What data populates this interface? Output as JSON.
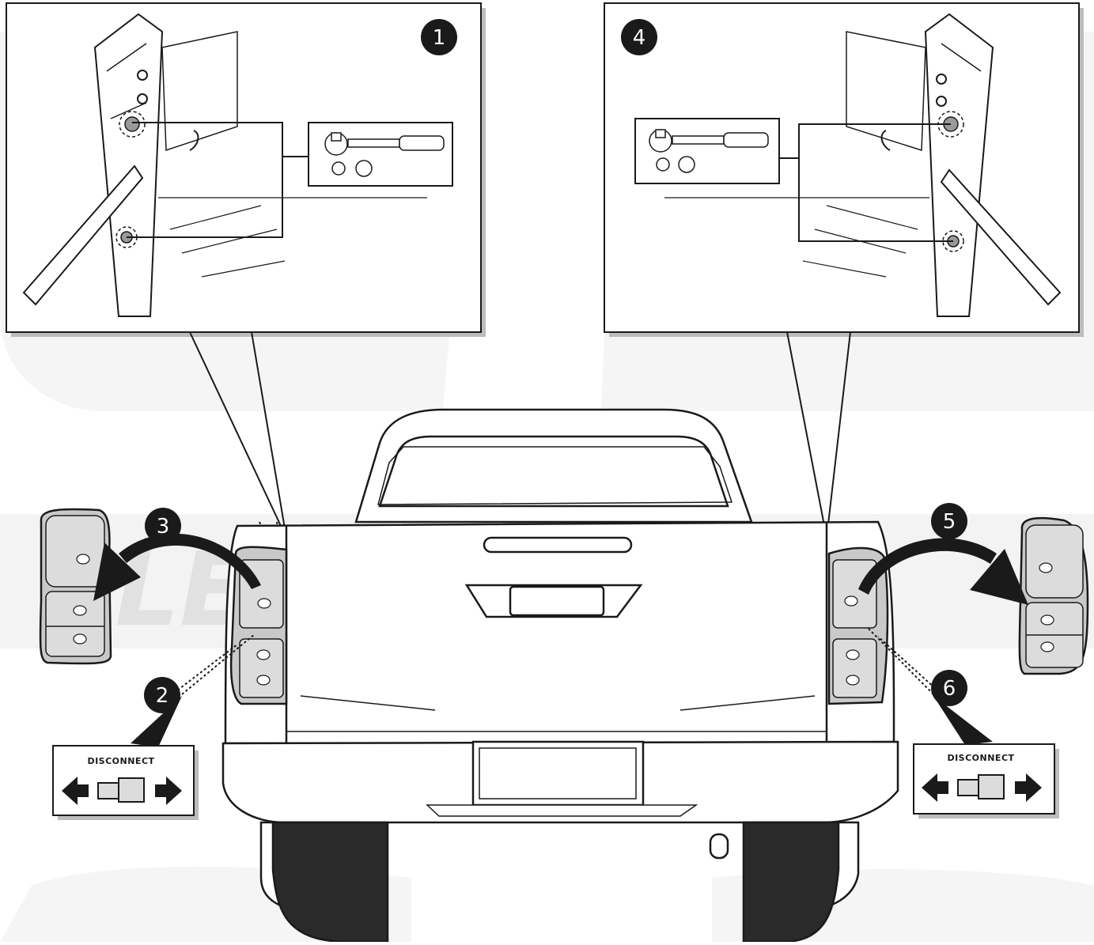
{
  "watermark": {
    "text": "ELECTRONICS",
    "color": "#d8d8d8"
  },
  "steps": [
    "1",
    "2",
    "3",
    "4",
    "5",
    "6"
  ],
  "labels": {
    "left_connector": "DISCONNECT",
    "right_connector": "DISCONNECT"
  },
  "colors": {
    "line": "#1a1a1a",
    "lamp": "#c9c9c9",
    "badge": "#1a1a1a",
    "shadow": "#bdbdbd"
  }
}
